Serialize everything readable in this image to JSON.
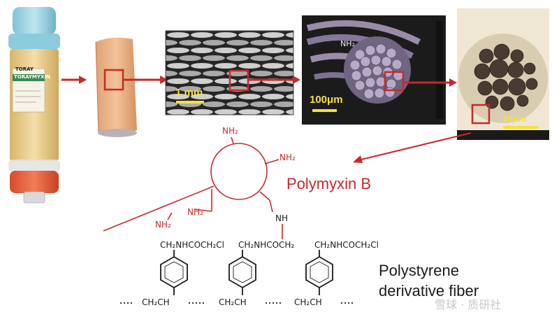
{
  "product": {
    "brand": "TORAY",
    "name": "TORAYMYXIN"
  },
  "micrographs": {
    "scale_1": "1 mm",
    "scale_2": "100μm",
    "scale_3": "10μm",
    "nh2_label": "NH₂"
  },
  "molecule": {
    "name": "Polymyxin B",
    "amine": "NH₂",
    "amide_nh": "NH",
    "substituents": [
      "CH₂NHCOCH₂Cl",
      "CH₂NHCOCH₂",
      "CH₂NHCOCH₂Cl"
    ],
    "backbone_unit": "CH₂CH"
  },
  "fiber": {
    "line1": "Polystyrene",
    "line2": "derivative fiber"
  },
  "watermark": "雪球 · 质研社",
  "colors": {
    "accent_red": "#c8282c",
    "scale_yellow": "#f4e23a",
    "text": "#1a1a1a"
  }
}
